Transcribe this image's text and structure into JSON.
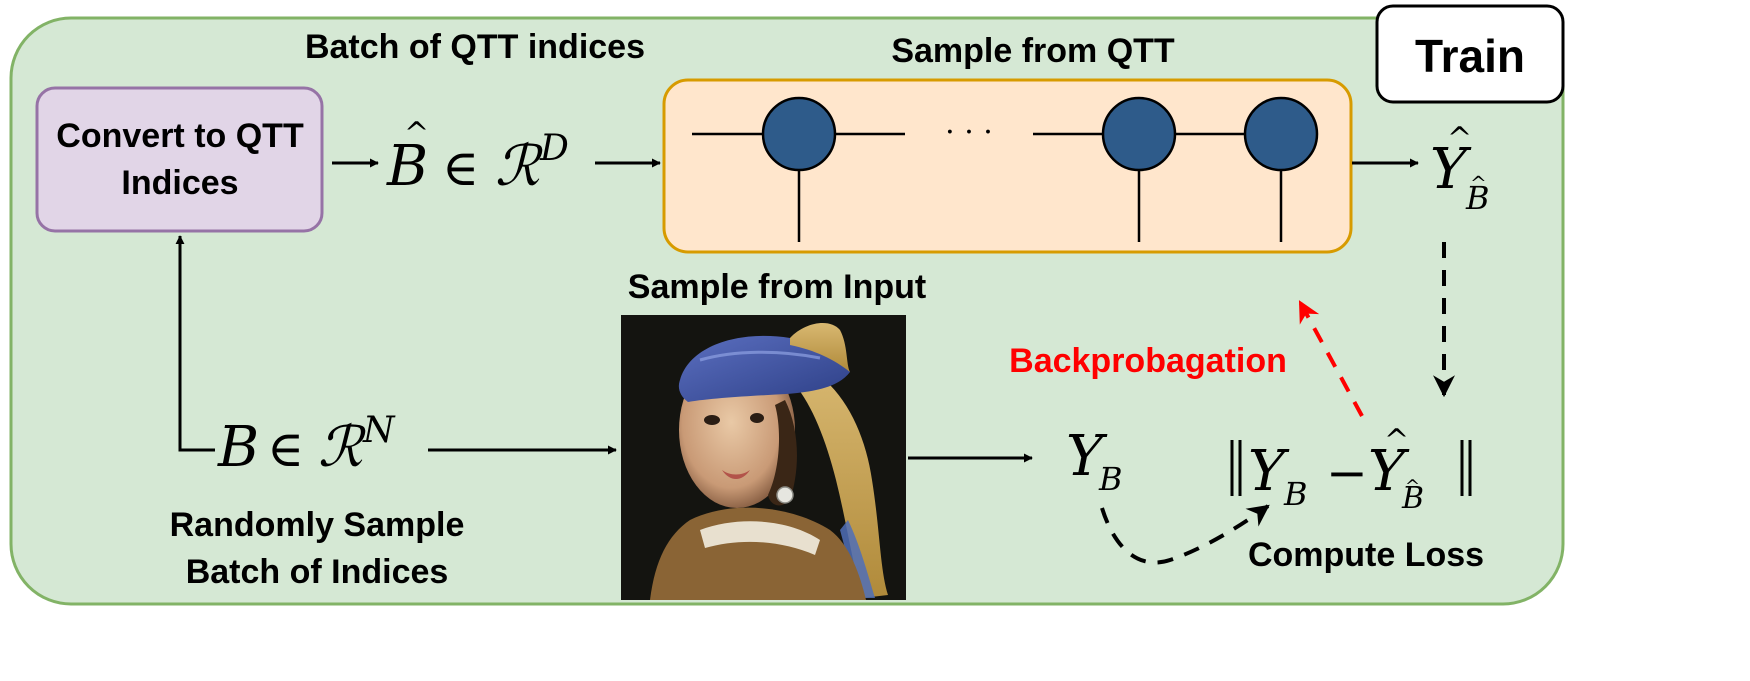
{
  "title_batch": "Batch of QTT indices",
  "title_sample_qtt": "Sample from QTT",
  "train_label": "Train",
  "convert_box": {
    "line1": "Convert to QTT",
    "line2": "Indices"
  },
  "sample_input_label": "Sample from Input",
  "random_sample": {
    "line1": "Randomly Sample",
    "line2": "Batch of Indices"
  },
  "backprop_label": "Backprobagation",
  "compute_loss_label": "Compute Loss",
  "dots": "· · ·",
  "math": {
    "bhat_in": "∈",
    "bhat_sup": "D",
    "b_in": "∈",
    "b_sup": "N",
    "yhat_sub": "B",
    "yb_sub": "B",
    "minus": "−"
  },
  "colors": {
    "background": "#d5e8d4",
    "background_stroke": "#82b366",
    "convert_fill": "#e1d5e7",
    "convert_stroke": "#9673a6",
    "qtt_fill": "#ffe6cc",
    "qtt_stroke": "#d79b00",
    "node_fill": "#2e5b8a",
    "backprop": "#ff0000"
  }
}
